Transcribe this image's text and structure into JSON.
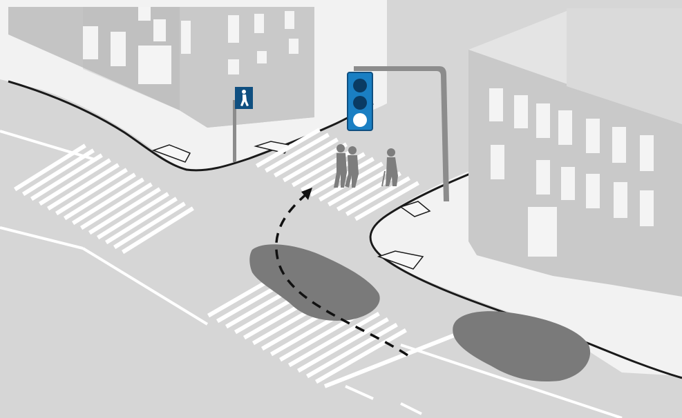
{
  "scene": {
    "description_free": true
  },
  "colors": {
    "background": "#ffffff",
    "road": "#d6d6d6",
    "sidewalk": "#f2f2f2",
    "building_left": "#c4c4c4",
    "building_right_front": "#c9c9c9",
    "building_right_side": "#dadada",
    "building_right_top": "#e4e4e4",
    "window": "#f4f4f4",
    "car_shadow": "#7a7a7a",
    "pedestrian": "#7d7d7d",
    "signal_blue": "#1a7fc3",
    "signal_dark": "#0f4f80",
    "signal_off": "#0a3b63",
    "signal_on": "#ffffff",
    "pole": "#8c8c8c",
    "curb_line": "#1a1a1a",
    "crosswalk_stripe": "#ffffff",
    "path_arrow": "#111111"
  },
  "icons": {
    "pedestrian_sign": "walking-person-icon",
    "traffic_light": "traffic-signal-icon"
  },
  "traffic_signal": {
    "lamps": [
      "off",
      "off",
      "on"
    ]
  },
  "pedestrians": {
    "count": 3
  },
  "vehicles": {
    "count": 2
  }
}
